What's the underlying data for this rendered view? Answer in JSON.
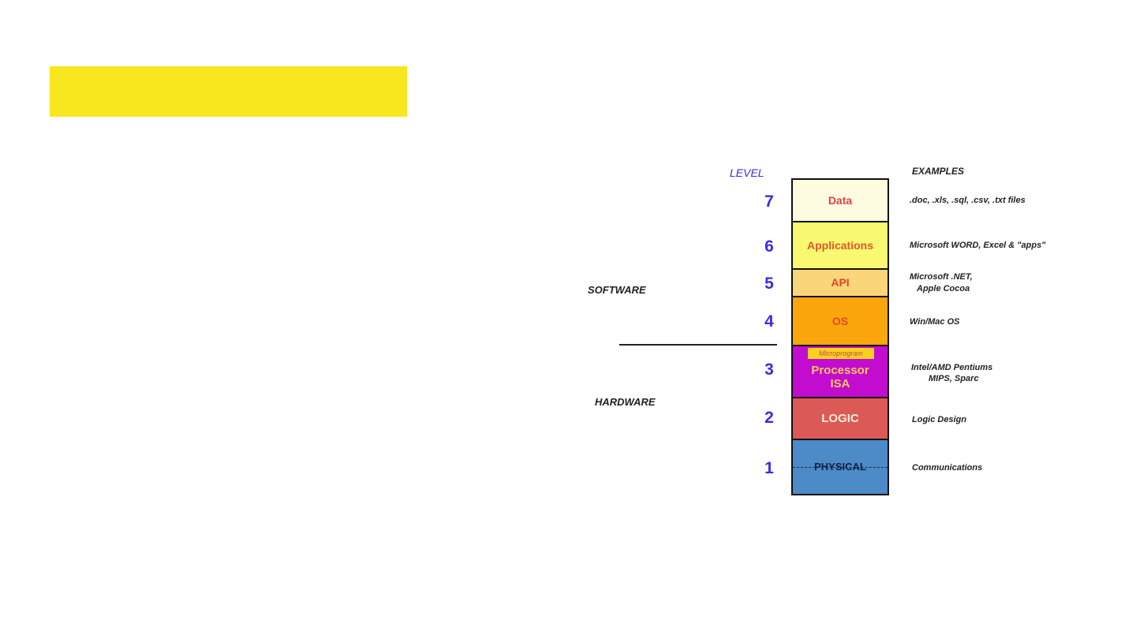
{
  "slide": {
    "title_bar_color": "#f8e61e"
  },
  "diagram": {
    "level_header": "LEVEL",
    "examples_header": "EXAMPLES",
    "software_label": "SOFTWARE",
    "hardware_label": "HARDWARE",
    "microprogram_label": "Microprogram",
    "layers": [
      {
        "level": "7",
        "name": "Data",
        "example": ".doc, .xls, .sql, .csv, .txt files",
        "color": "#fdfbe0",
        "text_color": "#d9443f"
      },
      {
        "level": "6",
        "name": "Applications",
        "example": "Microsoft  WORD, Excel & \"apps\"",
        "color": "#f9f871",
        "text_color": "#e0582a"
      },
      {
        "level": "5",
        "name": "API",
        "example": "Microsoft  .NET,",
        "example2": "Apple Cocoa",
        "color": "#fbd57a",
        "text_color": "#e0442a"
      },
      {
        "level": "4",
        "name": "OS",
        "example": "Win/Mac OS",
        "color": "#fba60c",
        "text_color": "#e04a2a"
      },
      {
        "level": "3",
        "name": "Processor",
        "name2": "ISA",
        "example": "Intel/AMD Pentiums",
        "example2": "MIPS, Sparc",
        "color": "#c20ccf",
        "text_color": "#fbc85a"
      },
      {
        "level": "2",
        "name": "LOGIC",
        "example": "Logic Design",
        "color": "#dc5a55",
        "text_color": "#fbeede"
      },
      {
        "level": "1",
        "name": "PHYSICAL",
        "example": "Communications",
        "color": "#4c8ac8",
        "text_color": "#10203a"
      }
    ]
  }
}
